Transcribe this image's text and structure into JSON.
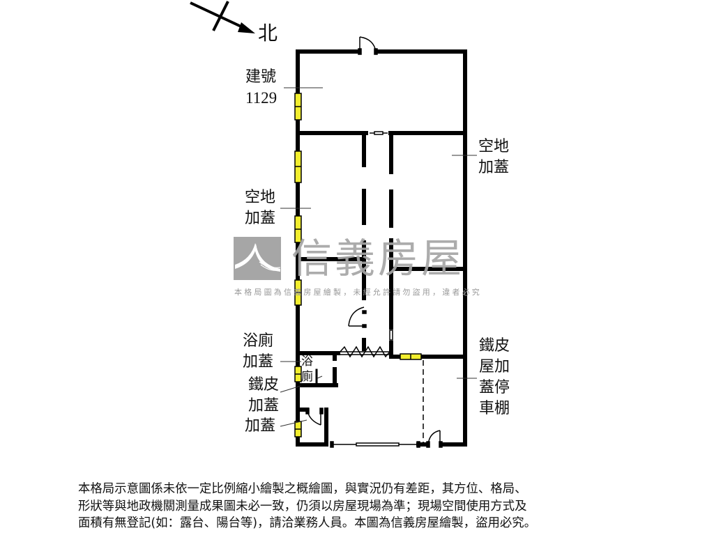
{
  "compass": {
    "label": "北"
  },
  "rooms": {
    "building_no": {
      "line1": "建號",
      "line2": "1129"
    },
    "open_addition_left": {
      "line1": "空地",
      "line2": "加蓋"
    },
    "open_addition_right": {
      "line1": "空地",
      "line2": "加蓋"
    },
    "bathroom_addition": {
      "line1": "浴廁",
      "line2": "加蓋"
    },
    "bathroom_inner": {
      "line1": "浴",
      "line2": "廁"
    },
    "iron_sheet_addition": {
      "line1": "鐵皮",
      "line2": "加蓋"
    },
    "addition": {
      "line1": "加蓋"
    },
    "carport": {
      "line1": "鐵皮",
      "line2": "屋加",
      "line3": "蓋停",
      "line4": "車棚"
    }
  },
  "watermark": {
    "brand": "信義房屋",
    "notice": "本格局圖為信義房屋繪製，未經允許請勿盜用，違者必究"
  },
  "disclaimer": {
    "lines": [
      "本格局示意圖係未依一定比例縮小繪製之概繪圖，與實況仍有差距，其方位、格局、",
      "形狀等與地政機關測量成果圖未必一致，仍須以房屋現場為準；現場空間使用方式及",
      "面積有無登記(如：露台、陽台等)，請洽業務人員。本圖為信義房屋繪製，盜用必究。"
    ]
  },
  "colors": {
    "wall": "#000000",
    "window": "#f2ee2e",
    "watermark": "#a6a6a6",
    "text": "#111111"
  }
}
